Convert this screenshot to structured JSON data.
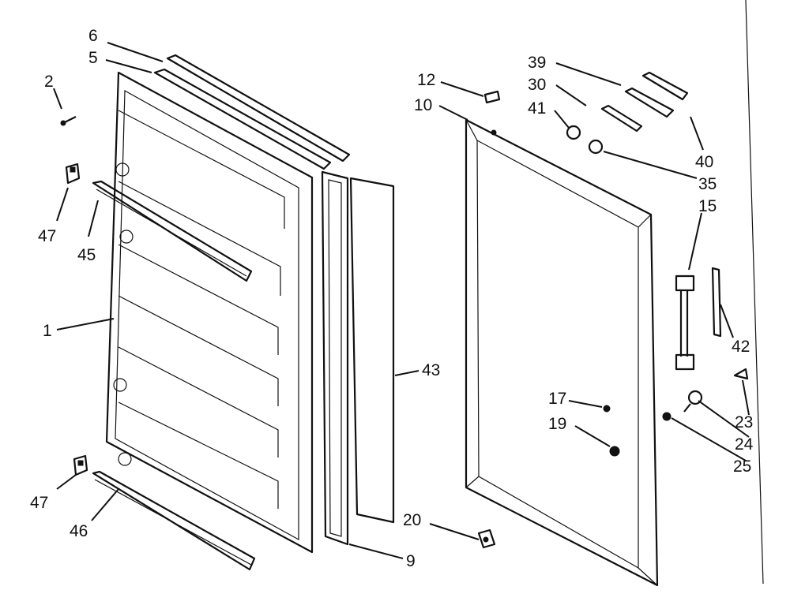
{
  "diagram": {
    "callouts": [
      {
        "id": "c6",
        "text": "6"
      },
      {
        "id": "c5",
        "text": "5"
      },
      {
        "id": "c2",
        "text": "2"
      },
      {
        "id": "c47a",
        "text": "47"
      },
      {
        "id": "c45",
        "text": "45"
      },
      {
        "id": "c1",
        "text": "1"
      },
      {
        "id": "c47b",
        "text": "47"
      },
      {
        "id": "c46",
        "text": "46"
      },
      {
        "id": "c43",
        "text": "43"
      },
      {
        "id": "c9",
        "text": "9"
      },
      {
        "id": "c12",
        "text": "12"
      },
      {
        "id": "c10",
        "text": "10"
      },
      {
        "id": "c39",
        "text": "39"
      },
      {
        "id": "c30",
        "text": "30"
      },
      {
        "id": "c41",
        "text": "41"
      },
      {
        "id": "c40",
        "text": "40"
      },
      {
        "id": "c35",
        "text": "35"
      },
      {
        "id": "c15",
        "text": "15"
      },
      {
        "id": "c42",
        "text": "42"
      },
      {
        "id": "c17",
        "text": "17"
      },
      {
        "id": "c19",
        "text": "19"
      },
      {
        "id": "c23",
        "text": "23"
      },
      {
        "id": "c24",
        "text": "24"
      },
      {
        "id": "c25",
        "text": "25"
      },
      {
        "id": "c20",
        "text": "20"
      }
    ]
  }
}
